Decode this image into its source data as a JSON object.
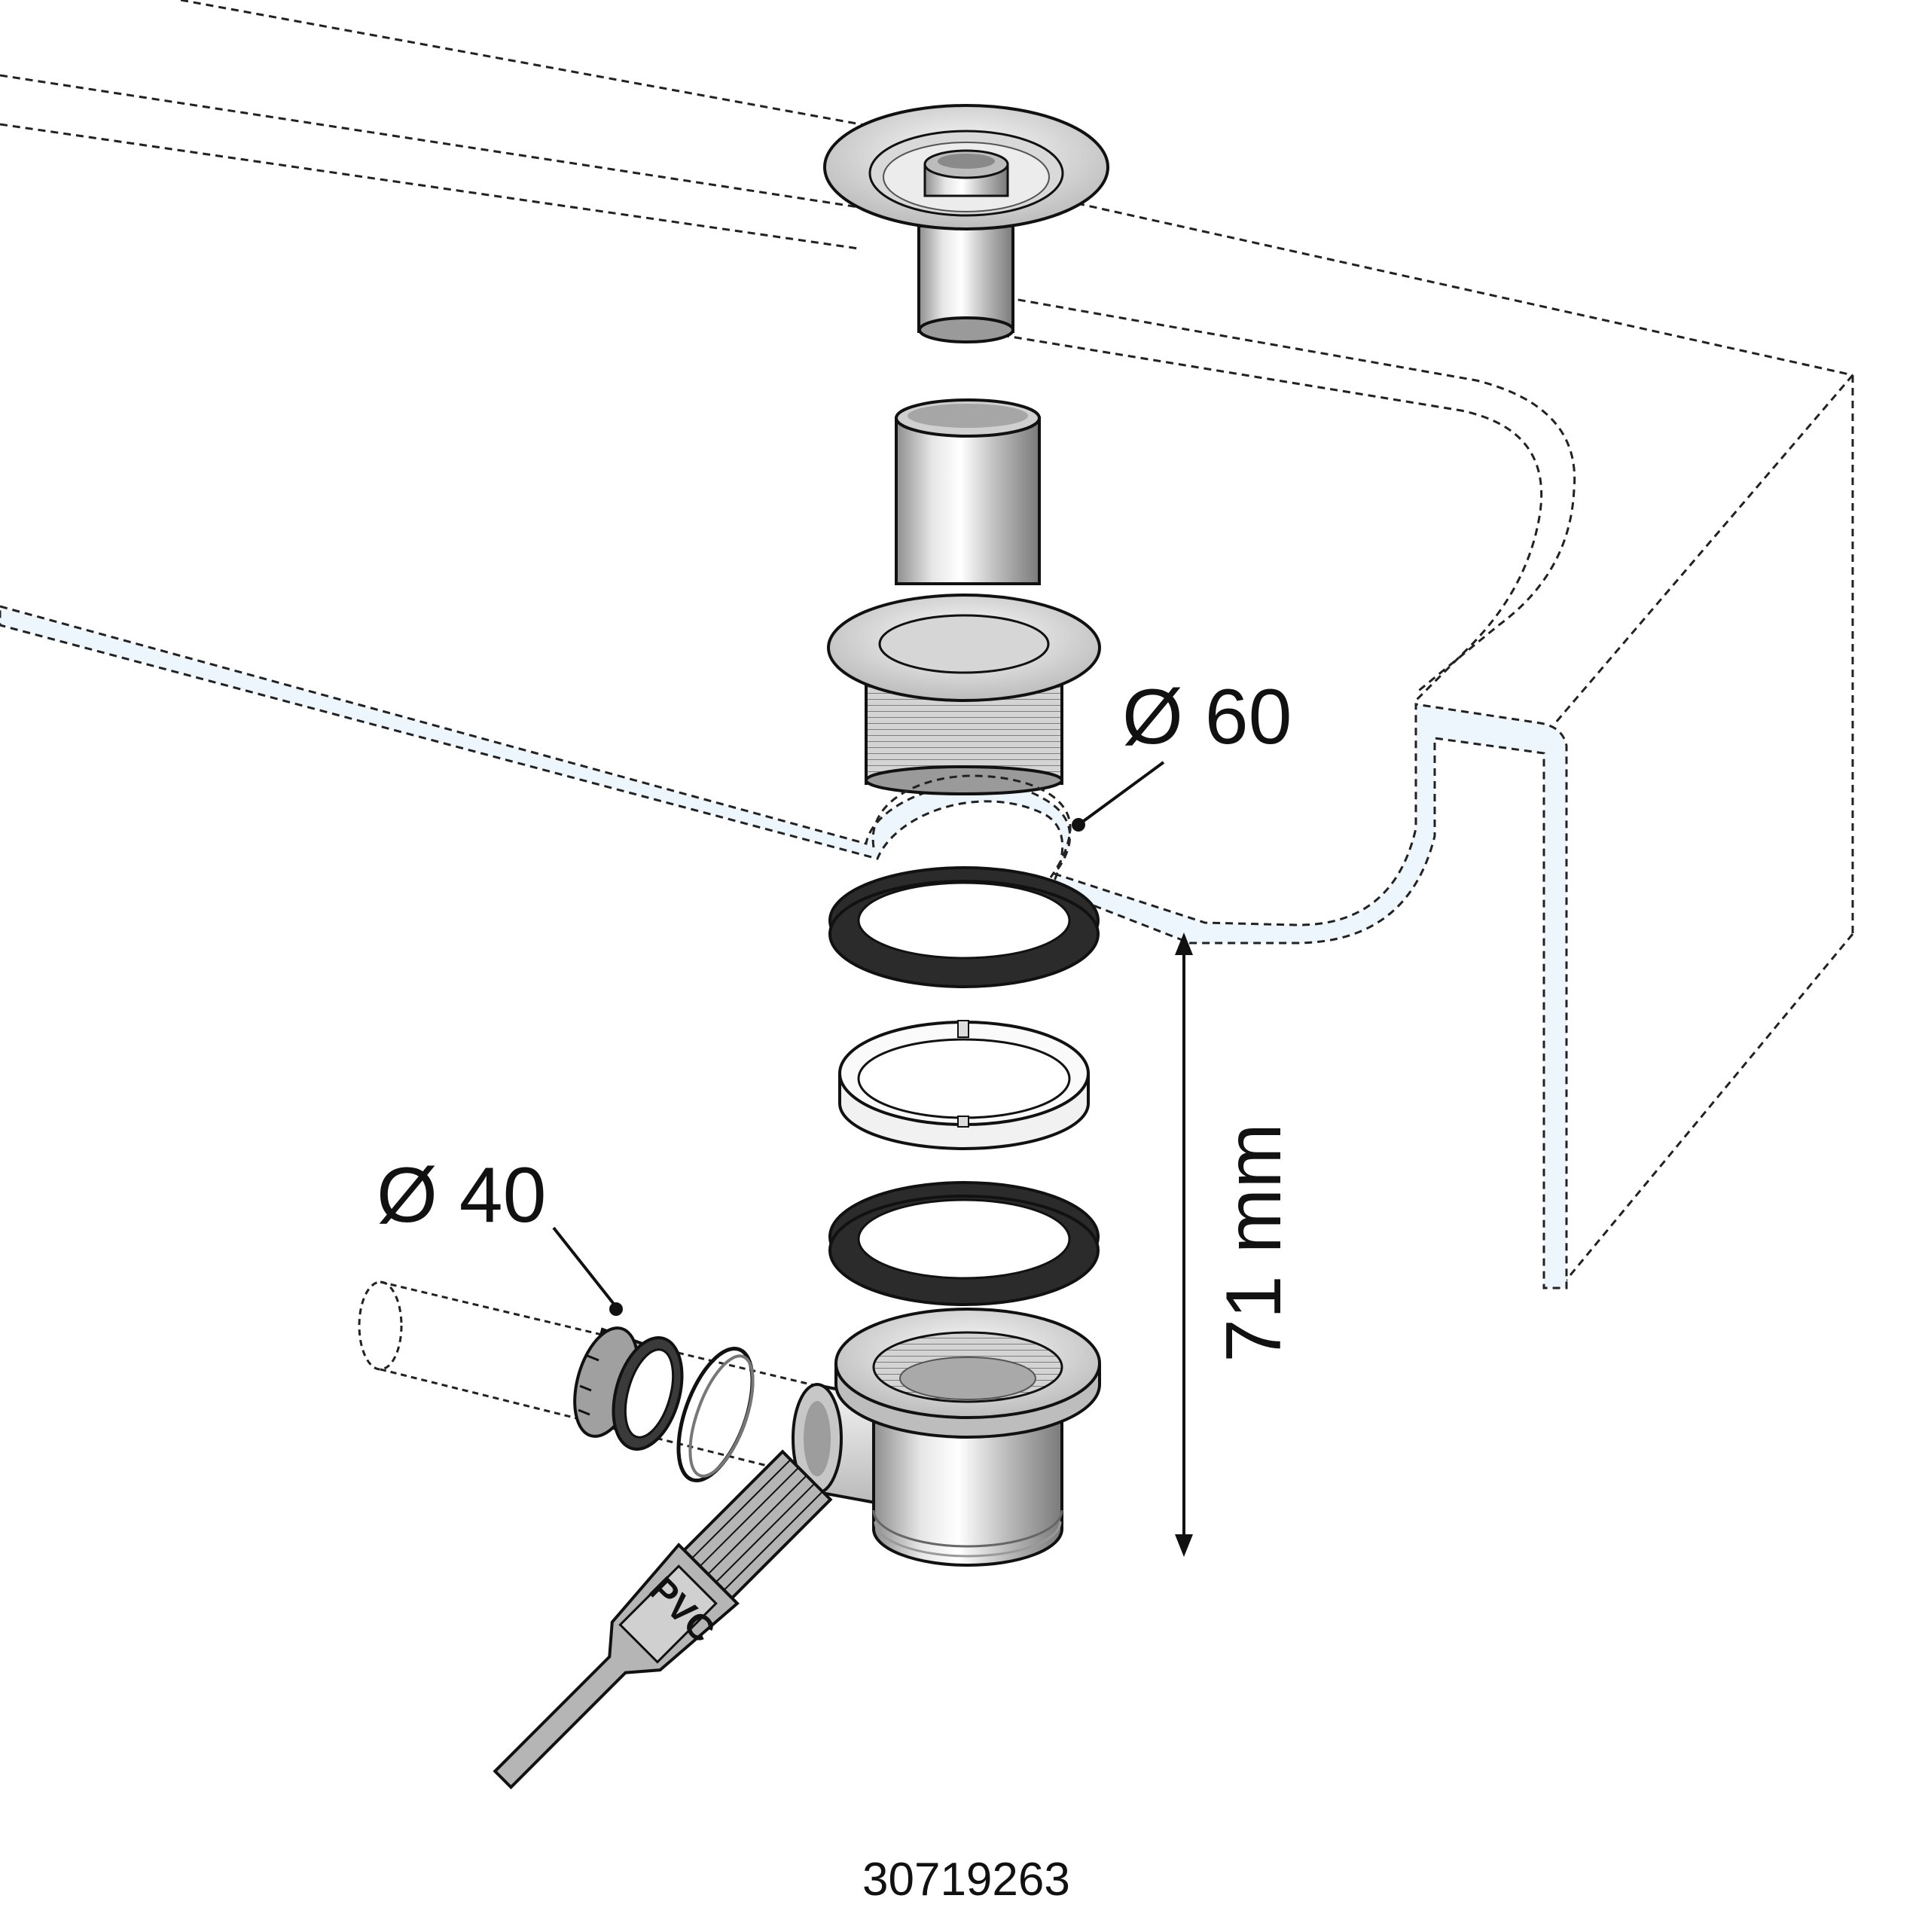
{
  "labels": {
    "diameter_top": "Ø 60",
    "diameter_side": "Ø 40",
    "height": "71 mm",
    "brush_text": "PVC",
    "part_number": "30719263"
  },
  "colors": {
    "outline": "#111111",
    "dashed": "#222222",
    "tray_edge_fill": "#eef6fd",
    "metal_light": "#f2f2f2",
    "metal_mid": "#c8c8c8",
    "metal_dark": "#8c8c8c",
    "rubber": "#2b2b2b",
    "brush": "#b5b5b5"
  },
  "icons": {
    "top_part": "drain-cover-icon",
    "body": "drain-body-icon",
    "brush": "glue-brush-icon"
  }
}
